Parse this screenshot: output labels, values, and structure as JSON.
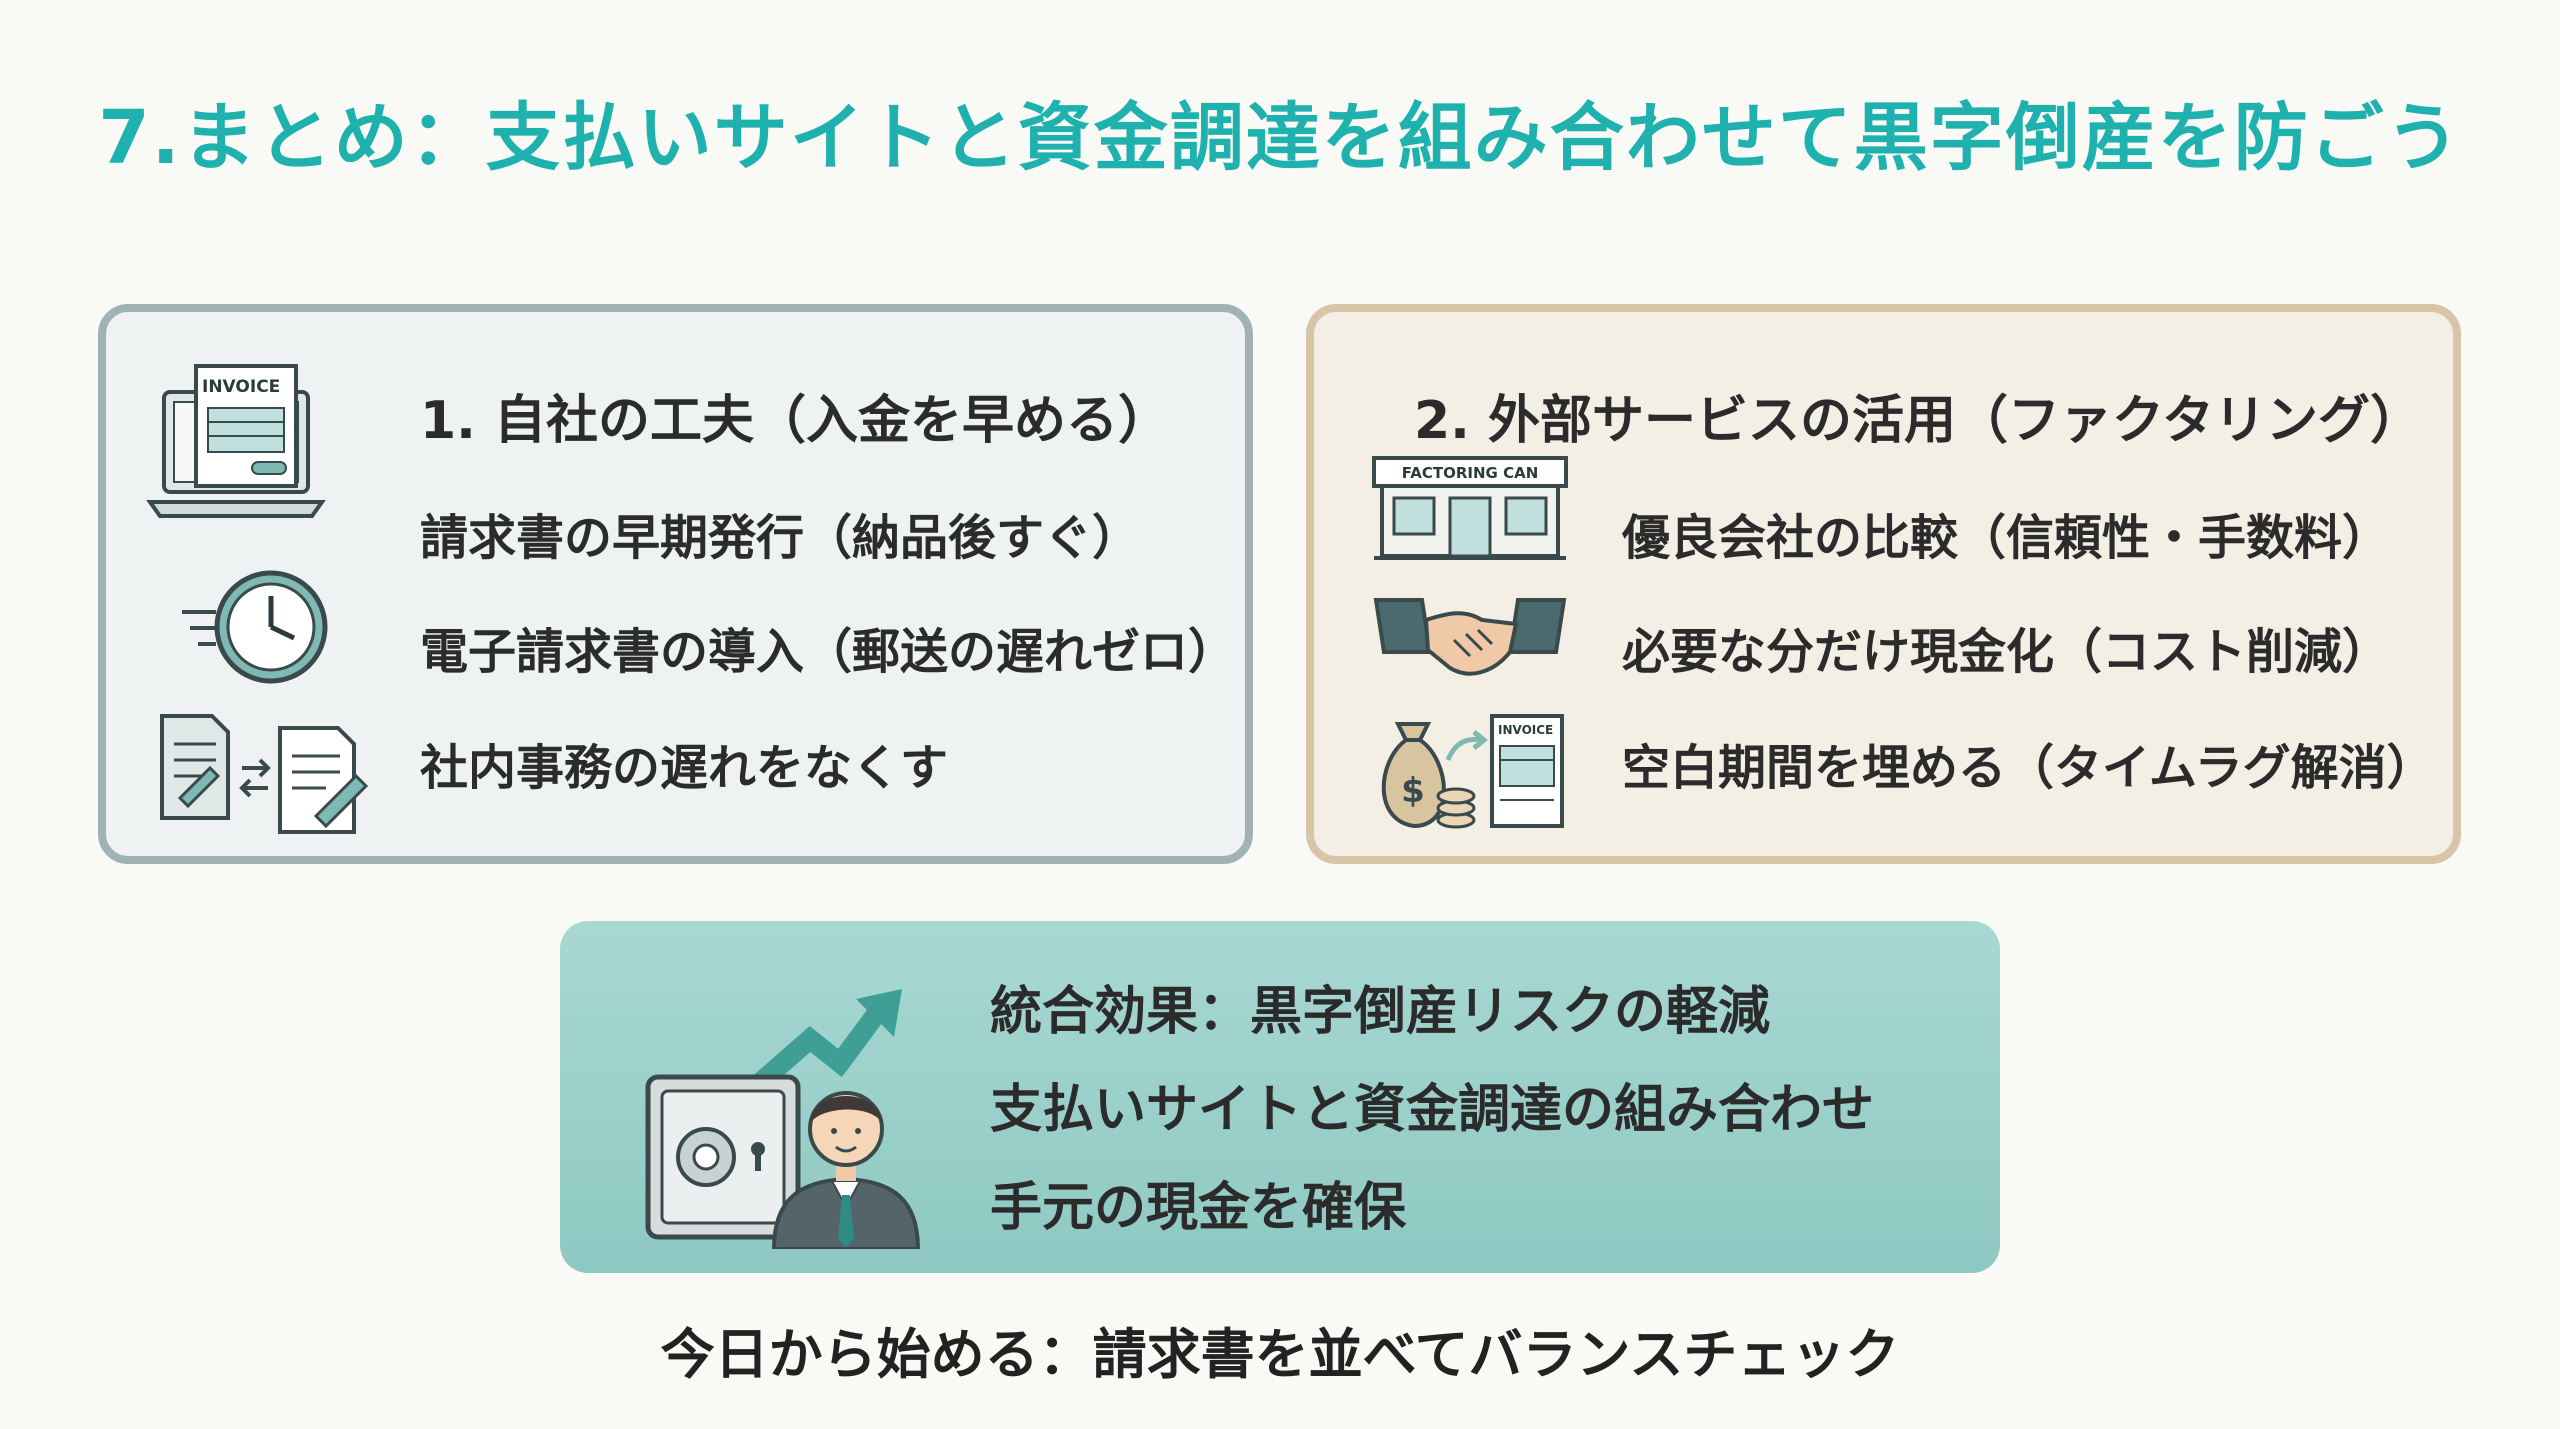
{
  "title": "7.まとめ：支払いサイトと資金調達を組み合わせて黒字倒産を防ごう",
  "left_panel": {
    "title": "1. 自社の工夫（入金を早める）",
    "items": [
      "請求書の早期発行（納品後すぐ）",
      "電子請求書の導入（郵送の遅れゼロ）",
      "社内事務の遅れをなくす"
    ],
    "invoice_label": "INVOICE"
  },
  "right_panel": {
    "title": "2. 外部サービスの活用（ファクタリング）",
    "items": [
      "優良会社の比較（信頼性・手数料）",
      "必要な分だけ現金化（コスト削減）",
      "空白期間を埋める（タイムラグ解消）"
    ],
    "shop_sign": "FACTORING CAN",
    "invoice_label": "INVOICE",
    "dollar_sign": "$"
  },
  "summary": {
    "items": [
      "統合効果：黒字倒産リスクの軽減",
      "支払いサイトと資金調達の組み合わせ",
      "手元の現金を確保"
    ]
  },
  "footer": "今日から始める：請求書を並べてバランスチェック",
  "colors": {
    "accent": "#1fb1ad",
    "left_panel_bg": "#eef2f3",
    "right_panel_bg": "#f4efe5",
    "summary_bg": "#9fd1cb"
  }
}
